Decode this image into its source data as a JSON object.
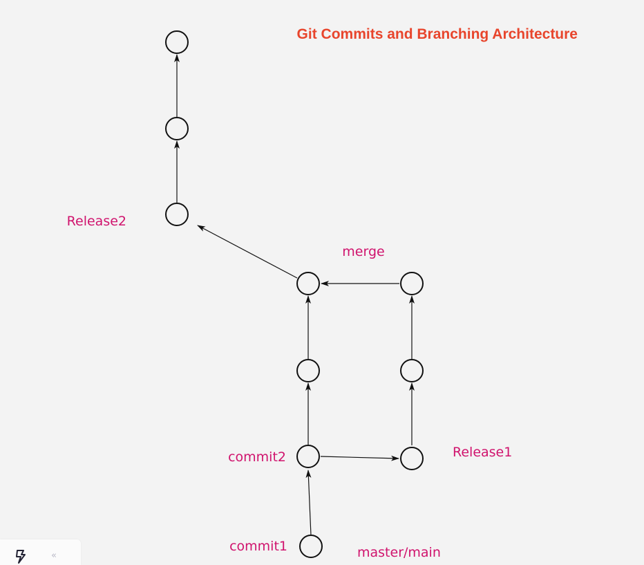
{
  "diagram": {
    "title": "Git Commits and Branching Architecture",
    "labels": {
      "release2": "Release2",
      "merge": "merge",
      "commit2": "commit2",
      "release1": "Release1",
      "commit1": "commit1",
      "master_main": "master/main"
    },
    "nodes": [
      "top-commit-3",
      "top-commit-2",
      "release2-commit",
      "merge-commit",
      "main-commit-b",
      "commit2-node",
      "commit1-node",
      "branch-commit-c",
      "branch-commit-b",
      "release1-node"
    ],
    "colors": {
      "title": "#e8452c",
      "label": "#d0136d",
      "node_stroke": "#111111",
      "background": "#f3f3f3"
    }
  },
  "toolbar": {
    "icons": [
      "bolt-icon",
      "collapse-chevrons-icon"
    ],
    "collapse_glyph": "«"
  }
}
